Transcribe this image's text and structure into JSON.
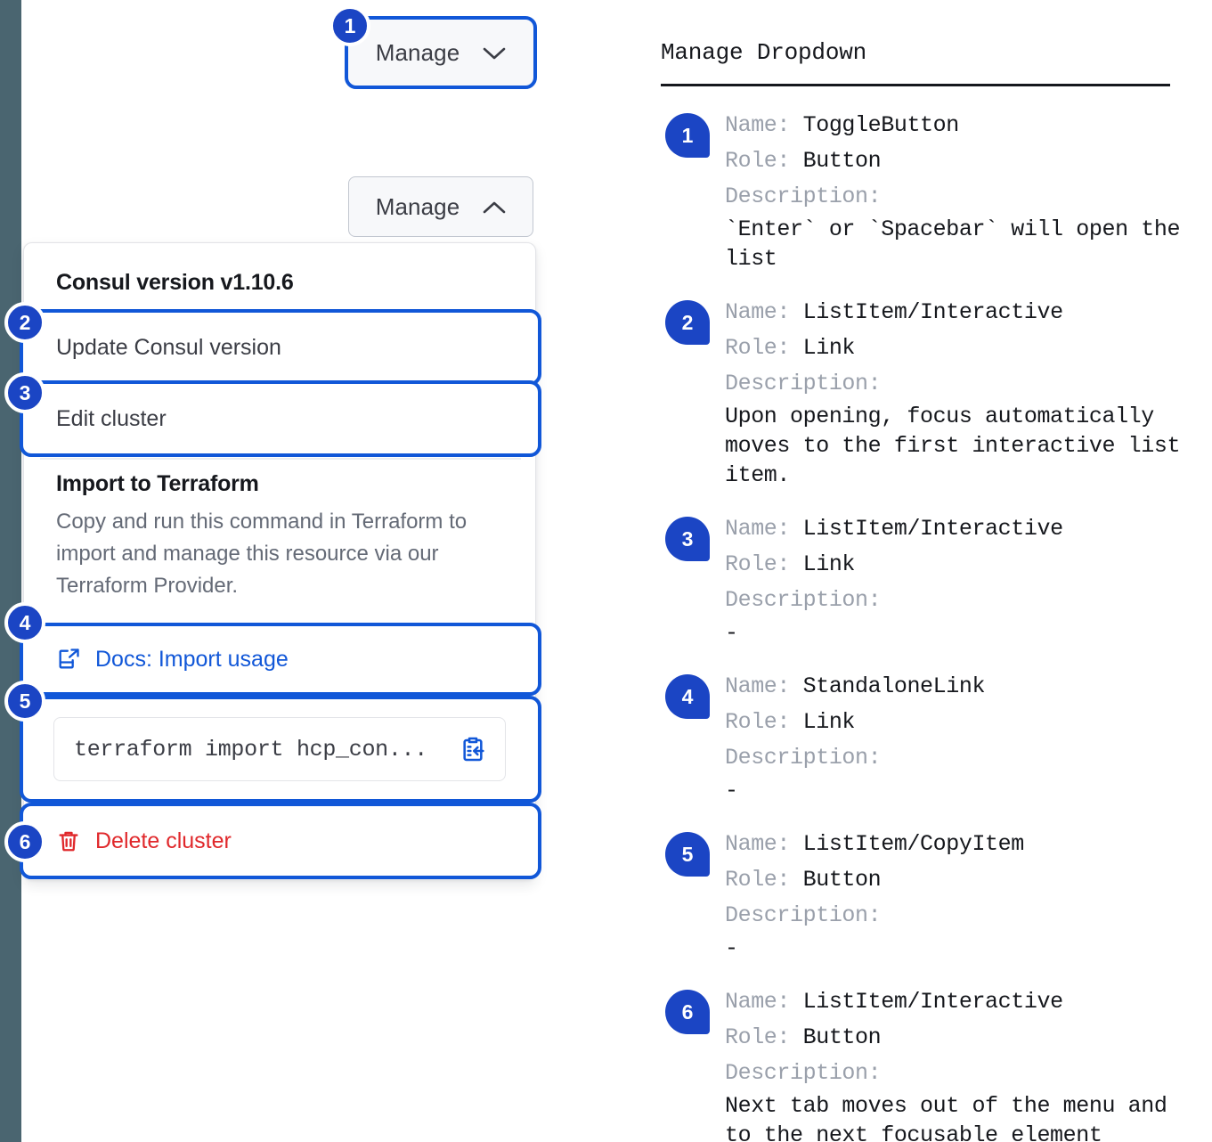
{
  "rail": {
    "color": "#4a6570"
  },
  "accent": {
    "focus_blue": "#1157d8",
    "badge_blue": "#1b45c4",
    "danger_red": "#e0282b",
    "link_blue": "#1157d8"
  },
  "demo": {
    "toggle_collapsed": {
      "label": "Manage",
      "icon": "chevron-down-icon"
    },
    "toggle_expanded": {
      "label": "Manage",
      "icon": "chevron-up-icon"
    },
    "dropdown": {
      "version_heading": "Consul version v1.10.6",
      "update_item": "Update Consul version",
      "edit_item": "Edit cluster",
      "terraform_title": "Import to Terraform",
      "terraform_desc": "Copy and run this command in Terraform to import and manage this resource via our Terraform Provider.",
      "docs_link": "Docs: Import usage",
      "docs_icon": "docs-external-link-icon",
      "command": "terraform import hcp_con...",
      "copy_icon": "clipboard-copy-icon",
      "delete_item": "Delete cluster",
      "delete_icon": "trash-icon"
    },
    "markers": [
      "1",
      "2",
      "3",
      "4",
      "5",
      "6"
    ]
  },
  "notes": {
    "title": "Manage Dropdown",
    "labels": {
      "name": "Name:",
      "role": "Role:",
      "description": "Description:"
    },
    "items": [
      {
        "num": "1",
        "name": "ToggleButton",
        "role": "Button",
        "description": "`Enter` or `Spacebar` will open the list"
      },
      {
        "num": "2",
        "name": "ListItem/Interactive",
        "role": "Link",
        "description": "Upon opening, focus automatically moves to the first interactive list item."
      },
      {
        "num": "3",
        "name": "ListItem/Interactive",
        "role": "Link",
        "description": "-"
      },
      {
        "num": "4",
        "name": "StandaloneLink",
        "role": "Link",
        "description": "-"
      },
      {
        "num": "5",
        "name": "ListItem/CopyItem",
        "role": "Button",
        "description": "-"
      },
      {
        "num": "6",
        "name": "ListItem/Interactive",
        "role": "Button",
        "description": "Next tab moves out of the menu and to the next focusable element"
      }
    ]
  }
}
